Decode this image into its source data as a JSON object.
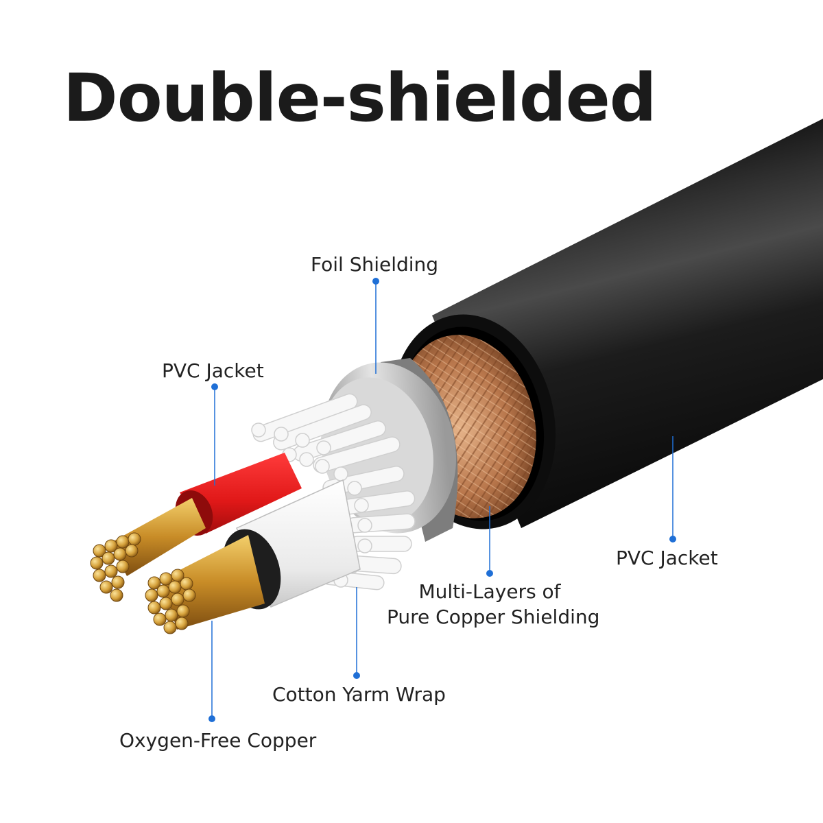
{
  "title": "Double-shielded",
  "labels": {
    "foil_shielding": "Foil Shielding",
    "pvc_jacket_inner": "PVC Jacket",
    "pvc_jacket_outer": "PVC Jacket",
    "multi_layers_line1": "Multi-Layers of",
    "multi_layers_line2": "Pure Copper Shielding",
    "cotton_yarn_wrap": "Cotton Yarm Wrap",
    "oxygen_free_copper": "Oxygen-Free Copper"
  },
  "colors": {
    "leader": "#1f6fd6",
    "jacket": "#141414",
    "braid": "#b8764b",
    "foil": "#c9c9c9",
    "red_insulation": "#e01818",
    "copper_wire": "#d6a23c",
    "filler": "#f2f2f2"
  }
}
